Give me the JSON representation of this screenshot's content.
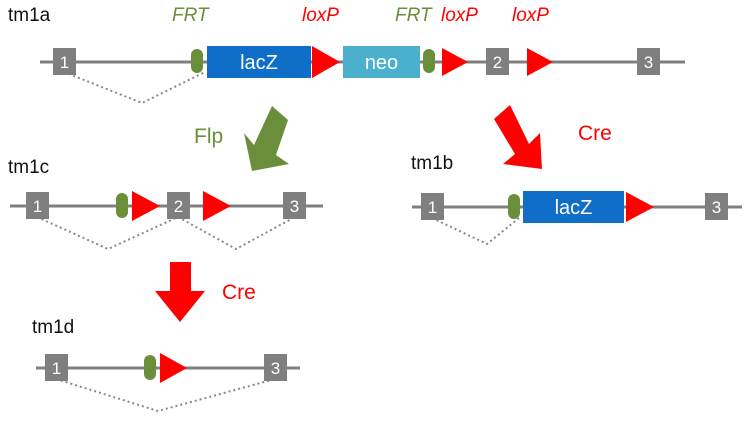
{
  "colors": {
    "backbone": "#7f7f7f",
    "exon": "#7f7f7f",
    "frt": "#6b8e3a",
    "loxp": "#ff0000",
    "lacz": "#0f6ec8",
    "neo": "#4ab0cc",
    "flp_arrow": "#6b8e3a",
    "cre_arrow": "#ff0000",
    "splice": "#888888"
  },
  "alleles": {
    "tm1a": "tm1a",
    "tm1b": "tm1b",
    "tm1c": "tm1c",
    "tm1d": "tm1d"
  },
  "sites": {
    "frt": "FRT",
    "loxp": "loxP"
  },
  "cassettes": {
    "lacz": "lacZ",
    "neo": "neo"
  },
  "exons": {
    "e1": "1",
    "e2": "2",
    "e3": "3"
  },
  "enzymes": {
    "flp": "Flp",
    "cre": "Cre"
  }
}
